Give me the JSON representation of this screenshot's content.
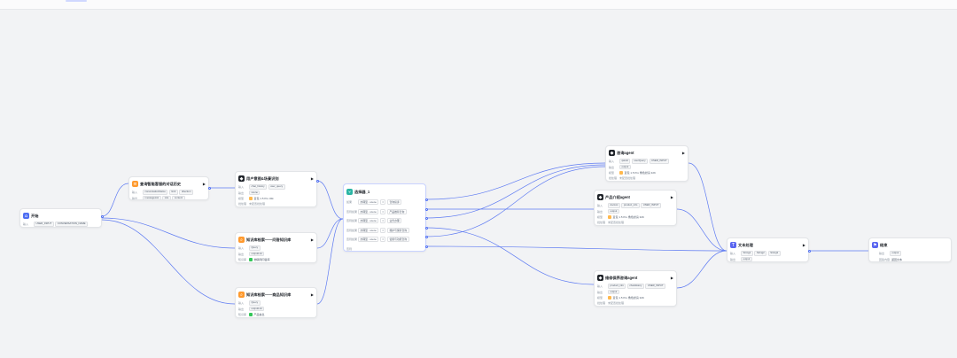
{
  "colors": {
    "edge": "#4e6ef2",
    "canvas": "#f2f3f5"
  },
  "nodes": {
    "start": {
      "title": "开始",
      "icon": "home-icon",
      "in_label": "输入",
      "chips": [
        "USER_INPUT",
        "CONVERSATION_NAME"
      ]
    },
    "history": {
      "title": "查询智能客服的对话历史",
      "icon": "database-icon",
      "in_label": "输入",
      "in_chips": [
        "conversationName",
        "limit",
        "direction"
      ],
      "out_label": "输出",
      "out_chips": [
        "messageList",
        "role",
        "content"
      ]
    },
    "intent": {
      "title": "用户意图&场景识别",
      "icon": "llm-icon",
      "rows": [
        {
          "label": "输入",
          "chips": [
            "chat_history",
            "user_query"
          ]
        },
        {
          "label": "输出",
          "chips": [
            "scene"
          ]
        },
        {
          "label": "模型",
          "text": "豆包 1.5 Pro 32k"
        },
        {
          "label": "批处理",
          "text": "未配置批处理"
        }
      ]
    },
    "kb1": {
      "title": "知识库检索——问答知识库",
      "icon": "search-icon",
      "rows": [
        {
          "label": "输入",
          "chips": [
            "Query"
          ]
        },
        {
          "label": "输出",
          "chips": [
            "outputList"
          ]
        },
        {
          "label": "知识库",
          "text": "物联网问答库"
        }
      ]
    },
    "kb2": {
      "title": "知识库检索——商品知识库",
      "icon": "search-icon",
      "rows": [
        {
          "label": "输入",
          "chips": [
            "Query"
          ]
        },
        {
          "label": "输出",
          "chips": [
            "outputList"
          ]
        },
        {
          "label": "知识库",
          "text": "产品信息"
        }
      ]
    },
    "selector": {
      "title": "选择器_1",
      "icon": "branch-icon",
      "branches": [
        {
          "label": "如果",
          "left": "办理型 - scene",
          "op": "=",
          "right": "咨询投诉"
        },
        {
          "label": "否则如果",
          "left": "办理型 - scene",
          "op": "=",
          "right": "产品推荐咨询"
        },
        {
          "label": "否则如果",
          "left": "办理型 - scene",
          "op": "=",
          "right": "业务办理"
        },
        {
          "label": "否则如果",
          "left": "办理型 - scene",
          "op": "=",
          "right": "维护与保养咨询"
        },
        {
          "label": "否则如果",
          "left": "办理型 - scene",
          "op": "=",
          "right": "使用与功能咨询"
        },
        {
          "label": "否则",
          "left": "",
          "op": "",
          "right": ""
        }
      ]
    },
    "agent_faq": {
      "title": "咨询agent",
      "icon": "llm-icon",
      "rows": [
        {
          "label": "输入",
          "chips": [
            "qaList",
            "userQuery",
            "USER_INPUT"
          ]
        },
        {
          "label": "输出",
          "chips": [
            "output"
          ]
        },
        {
          "label": "模型",
          "text": "豆包 1.5 Pro 角色扮演 32K"
        },
        {
          "label": "批处理",
          "text": "未配置批处理"
        }
      ]
    },
    "agent_product": {
      "title": "产品介绍agent",
      "icon": "llm-icon",
      "rows": [
        {
          "label": "输入",
          "chips": [
            "docList",
            "product_info",
            "USER_INPUT"
          ]
        },
        {
          "label": "输出",
          "chips": [
            "output"
          ]
        },
        {
          "label": "模型",
          "text": "豆包 1.5 Pro 角色扮演 32K"
        },
        {
          "label": "批处理",
          "text": "未配置批处理"
        }
      ]
    },
    "agent_repair": {
      "title": "维修保养咨询agent",
      "icon": "llm-icon",
      "rows": [
        {
          "label": "输入",
          "chips": [
            "product_info",
            "chatHistory",
            "USER_INPUT"
          ]
        },
        {
          "label": "输出",
          "chips": [
            "output"
          ]
        },
        {
          "label": "模型",
          "text": "豆包 1.5 Pro 角色扮演 32K"
        },
        {
          "label": "批处理",
          "text": "未配置批处理"
        }
      ]
    },
    "text": {
      "title": "文本处理",
      "icon": "text-icon",
      "rows": [
        {
          "label": "输入",
          "chips": [
            "String1",
            "String2",
            "String3"
          ]
        },
        {
          "label": "输出",
          "chips": [
            "output"
          ]
        }
      ]
    },
    "end": {
      "title": "结束",
      "icon": "flag-icon",
      "rows": [
        {
          "label": "输出",
          "chips": [
            "output"
          ]
        },
        {
          "label": "回答内容",
          "text": "返回文本"
        }
      ]
    }
  }
}
